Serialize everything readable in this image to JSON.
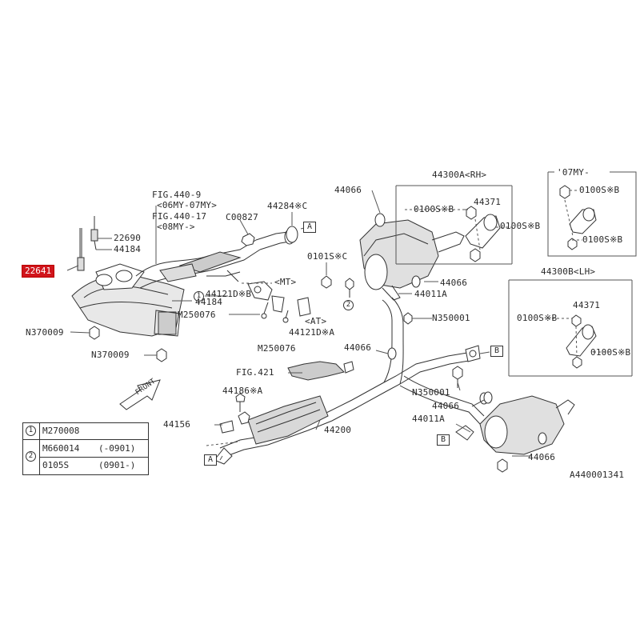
{
  "diagram_id": "A440001341",
  "front_label": "FRONT",
  "highlighted_part": "22641",
  "labels": {
    "fig440_9": "FIG.440-9",
    "fig440_9_note": "<06MY-07MY>",
    "fig440_17": "FIG.440-17",
    "fig440_17_note": "<08MY->",
    "p22690": "22690",
    "p44184_top": "44184",
    "p44184_mid": "44184",
    "p44284c": "44284※C",
    "pc00827": "C00827",
    "box_a_top": "A",
    "p44121db": "44121D※B",
    "mt": "<MT>",
    "circle1_mid": "1",
    "m250076_a": "M250076",
    "m250076_b": "M250076",
    "p0101sc": "0101S※C",
    "at": "<AT>",
    "p44121da": "44121D※A",
    "n370009_a": "N370009",
    "n370009_b": "N370009",
    "p44066_a": "44066",
    "p44300a": "44300A<RH>",
    "p0100sb_a": "0100S※B",
    "p44371_a": "44371",
    "p0100sb_b": "0100S※B",
    "p44066_b": "44066",
    "p44011a_a": "44011A",
    "n350001_a": "N350001",
    "p44066_c": "44066",
    "box_b_mid": "B",
    "fig421": "FIG.421",
    "n350001_b": "N350001",
    "p44186a": "44186※A",
    "p44156": "44156",
    "p44200": "44200",
    "box_a_bot": "A",
    "p44066_d": "44066",
    "p44011a_b": "44011A",
    "box_b_bot": "B",
    "p44066_e": "44066",
    "circle2_mid": "2",
    "inset_title": "'07MY-",
    "p0100sb_c": "0100S※B",
    "p0100sb_d": "0100S※B",
    "p44300b": "44300B<LH>",
    "p0100sb_e": "0100S※B",
    "p44371_b": "44371",
    "p0100sb_f": "0100S※B"
  },
  "legend": {
    "row1_num": "1",
    "row1_part": "M270008",
    "row2_num": "2",
    "row2_part_a": "M660014",
    "row2_range_a": "(-0901)",
    "row2_part_b": "0105S",
    "row2_range_b": "(0901-)"
  },
  "colors": {
    "line": "#333333",
    "fill": "#ffffff",
    "shade": "#bdbdbd",
    "highlight": "#d0141b"
  }
}
